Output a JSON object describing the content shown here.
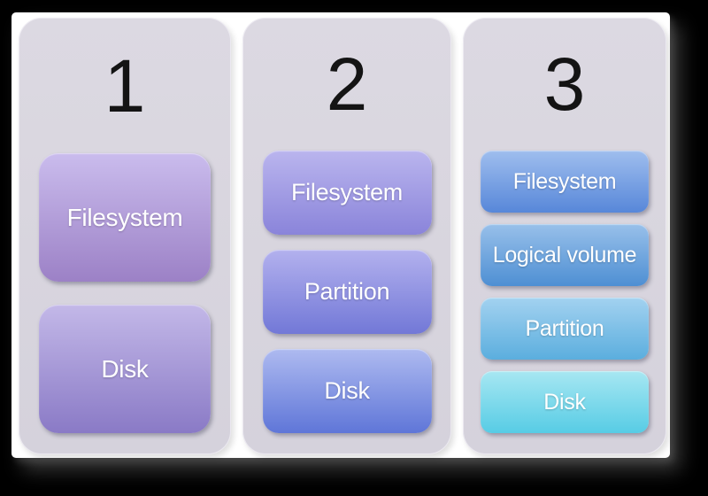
{
  "palette": {
    "background": "#000000",
    "slide": "#ffffff",
    "panel": "#d9d6df",
    "number_color": "#141414",
    "label_color": "#ffffff"
  },
  "columns": [
    {
      "number": "1",
      "boxes": [
        {
          "label": "Filesystem",
          "color_top": "#cabced",
          "color_bottom": "#9c81c6"
        },
        {
          "label": "Disk",
          "color_top": "#c3b8e8",
          "color_bottom": "#8a7ac6"
        }
      ]
    },
    {
      "number": "2",
      "boxes": [
        {
          "label": "Filesystem",
          "color_top": "#bab5ee",
          "color_bottom": "#8a84da"
        },
        {
          "label": "Partition",
          "color_top": "#b3b1ee",
          "color_bottom": "#7278d7"
        },
        {
          "label": "Disk",
          "color_top": "#aebaf0",
          "color_bottom": "#5f76d8"
        }
      ]
    },
    {
      "number": "3",
      "boxes": [
        {
          "label": "Filesystem",
          "color_top": "#9fbeee",
          "color_bottom": "#5787d9"
        },
        {
          "label": "Logical volume",
          "color_top": "#98c0ea",
          "color_bottom": "#4e8fd3"
        },
        {
          "label": "Partition",
          "color_top": "#a3d2f0",
          "color_bottom": "#5baede"
        },
        {
          "label": "Disk",
          "color_top": "#a7e7f2",
          "color_bottom": "#57cce5"
        }
      ]
    }
  ]
}
